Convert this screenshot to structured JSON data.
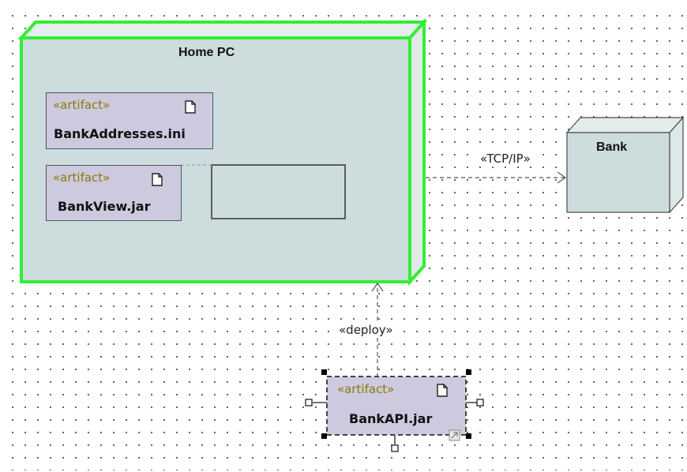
{
  "nodes": {
    "home_pc": {
      "title": "Home PC"
    },
    "bank": {
      "title": "Bank"
    }
  },
  "artifacts": {
    "bank_addresses": {
      "stereotype": "«artifact»",
      "name": "BankAddresses.ini"
    },
    "bank_view": {
      "stereotype": "«artifact»",
      "name": "BankView.jar"
    },
    "bank_api": {
      "stereotype": "«artifact»",
      "name": "BankAPI.jar"
    }
  },
  "connectors": {
    "tcp_ip": {
      "label": "«TCP/IP»"
    },
    "deploy": {
      "label": "«deploy»"
    }
  },
  "colors": {
    "node_fill": "#cddcdc",
    "selection_green": "#33ee33",
    "artifact_fill": "#cdc9de",
    "stereotype_text": "#8a7a0a"
  },
  "icons": {
    "document": "document-icon"
  }
}
